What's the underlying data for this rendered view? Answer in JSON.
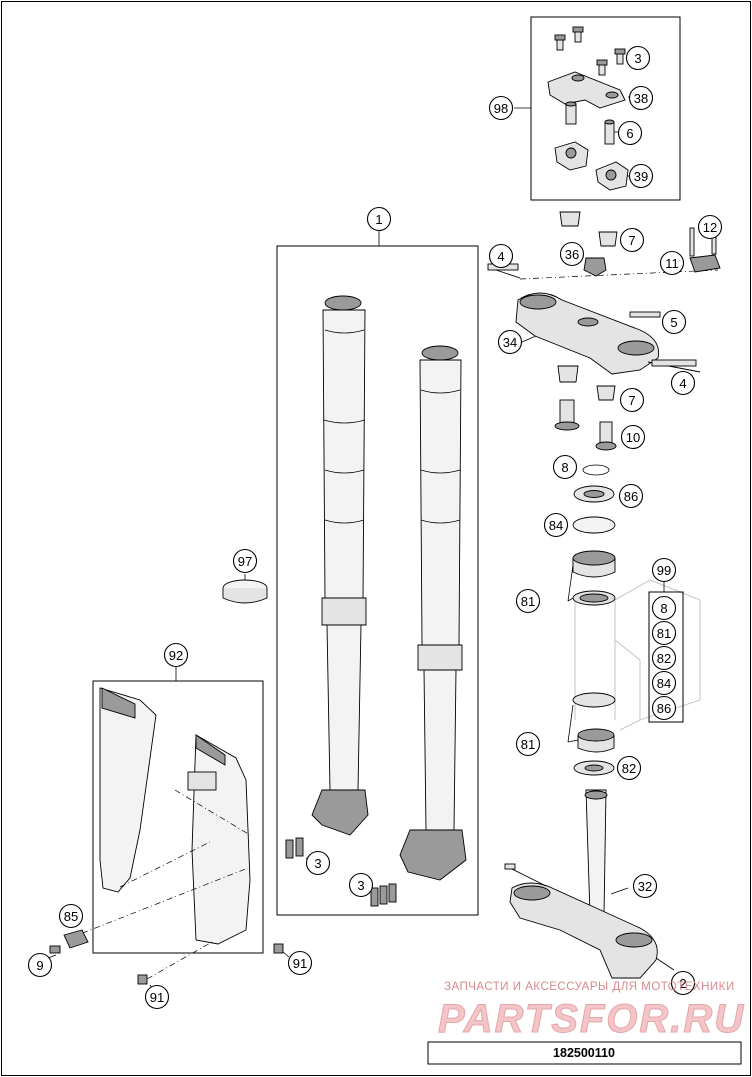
{
  "diagram": {
    "callouts": [
      {
        "id": "c1",
        "label": "1"
      },
      {
        "id": "c2",
        "label": "2"
      },
      {
        "id": "c3a",
        "label": "3"
      },
      {
        "id": "c3b",
        "label": "3"
      },
      {
        "id": "c3c",
        "label": "3"
      },
      {
        "id": "c4a",
        "label": "4"
      },
      {
        "id": "c4b",
        "label": "4"
      },
      {
        "id": "c5",
        "label": "5"
      },
      {
        "id": "c6",
        "label": "6"
      },
      {
        "id": "c7a",
        "label": "7"
      },
      {
        "id": "c7b",
        "label": "7"
      },
      {
        "id": "c8a",
        "label": "8"
      },
      {
        "id": "c8b",
        "label": "8"
      },
      {
        "id": "c9",
        "label": "9"
      },
      {
        "id": "c10",
        "label": "10"
      },
      {
        "id": "c11",
        "label": "11"
      },
      {
        "id": "c12",
        "label": "12"
      },
      {
        "id": "c32",
        "label": "32"
      },
      {
        "id": "c34",
        "label": "34"
      },
      {
        "id": "c36",
        "label": "36"
      },
      {
        "id": "c38",
        "label": "38"
      },
      {
        "id": "c39",
        "label": "39"
      },
      {
        "id": "c81a",
        "label": "81"
      },
      {
        "id": "c81b",
        "label": "81"
      },
      {
        "id": "c81c",
        "label": "81"
      },
      {
        "id": "c82a",
        "label": "82"
      },
      {
        "id": "c82b",
        "label": "82"
      },
      {
        "id": "c84a",
        "label": "84"
      },
      {
        "id": "c84b",
        "label": "84"
      },
      {
        "id": "c85",
        "label": "85"
      },
      {
        "id": "c86a",
        "label": "86"
      },
      {
        "id": "c86b",
        "label": "86"
      },
      {
        "id": "c91a",
        "label": "91"
      },
      {
        "id": "c91b",
        "label": "91"
      },
      {
        "id": "c92",
        "label": "92"
      },
      {
        "id": "c97",
        "label": "97"
      },
      {
        "id": "c98",
        "label": "98"
      },
      {
        "id": "c99",
        "label": "99"
      }
    ],
    "drawing_number": "182500110"
  },
  "watermark": {
    "tagline": "ЗАПЧАСТИ И АКСЕССУАРЫ ДЛЯ МОТОТЕХНИКИ",
    "site": "PARTSFOR.RU"
  },
  "colors": {
    "line": "#000000",
    "part_fill": "#e4e4e4",
    "watermark": "#d88a8e"
  }
}
